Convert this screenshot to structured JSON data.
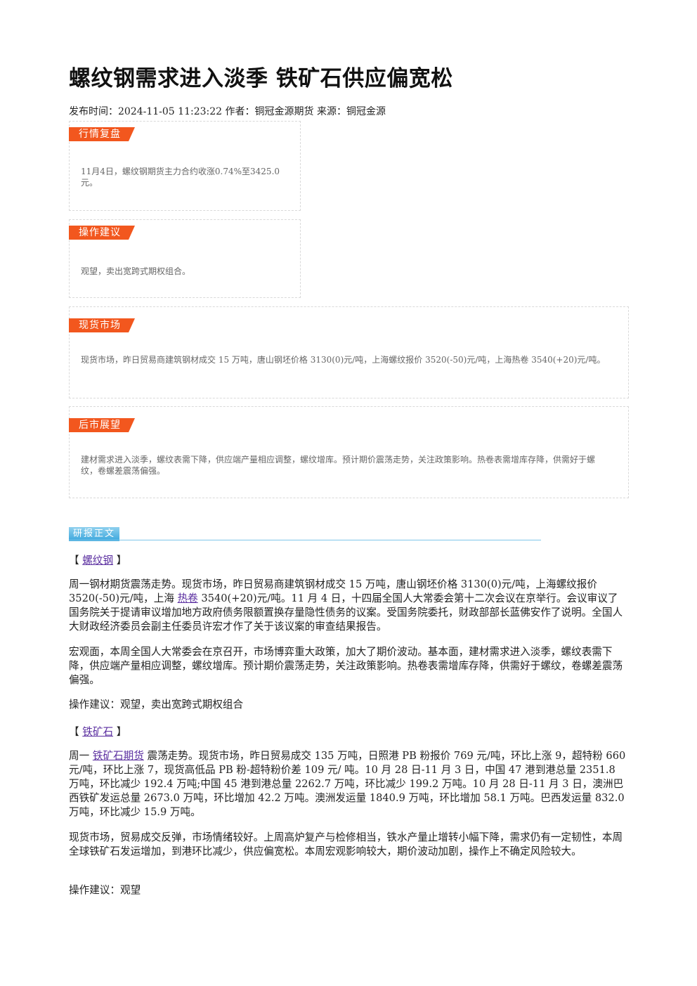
{
  "title": "螺纹钢需求进入淡季 铁矿石供应偏宽松",
  "meta": "发布时间：2024-11-05 11:23:22 作者：铜冠金源期货 来源：铜冠金源",
  "boxes": {
    "review": {
      "tag": "行情复盘",
      "text": "11月4日，螺纹钢期货主力合约收涨0.74%至3425.0元。"
    },
    "advice": {
      "tag": "操作建议",
      "text": "观望，卖出宽跨式期权组合。"
    },
    "spot": {
      "tag": "现货市场",
      "text": "现货市场，昨日贸易商建筑钢材成交 15 万吨，唐山钢坯价格 3130(0)元/吨，上海螺纹报价 3520(-50)元/吨，上海热卷 3540(+20)元/吨。"
    },
    "outlook": {
      "tag": "后市展望",
      "text": "建材需求进入淡季，螺纹表需下降，供应端产量相应调整，螺纹增库。预计期价震荡走势，关注政策影响。热卷表需增库存降，供需好于螺纹，卷螺差震荡偏强。"
    }
  },
  "report": {
    "label": "研报正文",
    "rebar": {
      "bracket_open": "【",
      "link": "螺纹钢",
      "bracket_close": "】",
      "p1_a": "周一钢材期货震荡走势。现货市场，昨日贸易商建筑钢材成交 15 万吨，唐山钢坯价格 3130(0)元/吨，上海螺纹报价 3520(-50)元/吨，上海",
      "p1_link": "热卷",
      "p1_b": "3540(+20)元/吨。11 月 4 日，十四届全国人大常委会第十二次会议在京举行。会议审议了国务院关于提请审议增加地方政府债务限额置换存量隐性债务的议案。受国务院委托，财政部部长蓝佛安作了说明。全国人大财政经济委员会副主任委员许宏才作了关于该议案的审查结果报告。",
      "p2": "宏观面，本周全国人大常委会在京召开，市场博弈重大政策，加大了期价波动。基本面，建材需求进入淡季，螺纹表需下降，供应端产量相应调整，螺纹增库。预计期价震荡走势，关注政策影响。热卷表需增库存降，供需好于螺纹，卷螺差震荡偏强。",
      "p3": "操作建议：观望，卖出宽跨式期权组合"
    },
    "iron": {
      "bracket_open": "【",
      "link": "铁矿石",
      "bracket_close": "】",
      "p1_a": "周一",
      "p1_link": "铁矿石期货",
      "p1_b": "震荡走势。现货市场，昨日贸易成交 135 万吨，日照港 PB 粉报价 769 元/吨，环比上涨 9，超特粉 660 元/吨，环比上涨 7，现货高低品 PB 粉-超特粉价差 109 元/ 吨。10 月 28 日-11 月 3 日，中国 47 港到港总量 2351.8 万吨，环比减少 192.4 万吨;中国 45 港到港总量 2262.7 万吨，环比减少 199.2 万吨。10 月 28 日-11 月 3 日，澳洲巴西铁矿发运总量 2673.0 万吨，环比增加 42.2 万吨。澳洲发运量 1840.9 万吨，环比增加 58.1 万吨。巴西发运量 832.0 万吨，环比减少 15.9 万吨。",
      "p2": "现货市场，贸易成交反弹，市场情绪较好。上周高炉复产与检修相当，铁水产量止增转小幅下降，需求仍有一定韧性，本周全球铁矿石发运增加，到港环比减少，供应偏宽松。本周宏观影响较大，期价波动加剧，操作上不确定风险较大。",
      "p3": "操作建议：观望"
    }
  }
}
